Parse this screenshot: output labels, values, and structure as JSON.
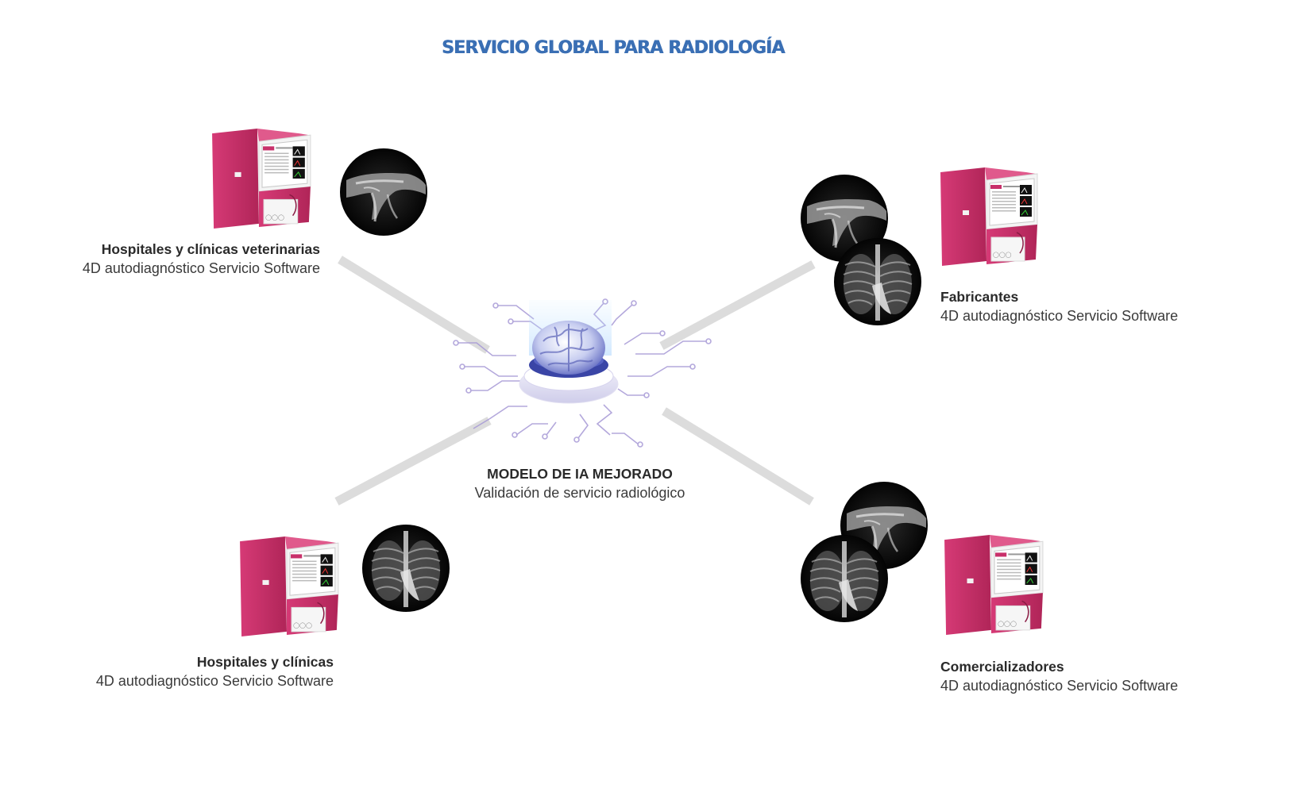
{
  "title": "SERVICIO GLOBAL PARA RADIOLOGÍA",
  "center": {
    "name": "MODELO DE IA MEJORADO",
    "subtitle": "Validación de servicio radiológico"
  },
  "nodes": {
    "top_left": {
      "name": "Hospitales y clínicas veterinarias",
      "subtitle": "4D autodiagnóstico Servicio Software"
    },
    "top_right": {
      "name": "Fabricantes",
      "subtitle": "4D autodiagnóstico Servicio Software"
    },
    "bottom_left": {
      "name": "Hospitales y clínicas",
      "subtitle": "4D autodiagnóstico Servicio Software"
    },
    "bottom_right": {
      "name": "Comercializadores",
      "subtitle": "4D autodiagnóstico Servicio Software"
    }
  },
  "colors": {
    "title": "#3a6fb4",
    "connector": "#dcdcdc",
    "device_body": "#c8306a",
    "circuit": "#9b8fd0"
  },
  "icons": [
    "analyzer-device-icon",
    "animal-xray-icon",
    "chest-xray-icon",
    "ai-brain-icon",
    "circuit-lines-icon"
  ]
}
